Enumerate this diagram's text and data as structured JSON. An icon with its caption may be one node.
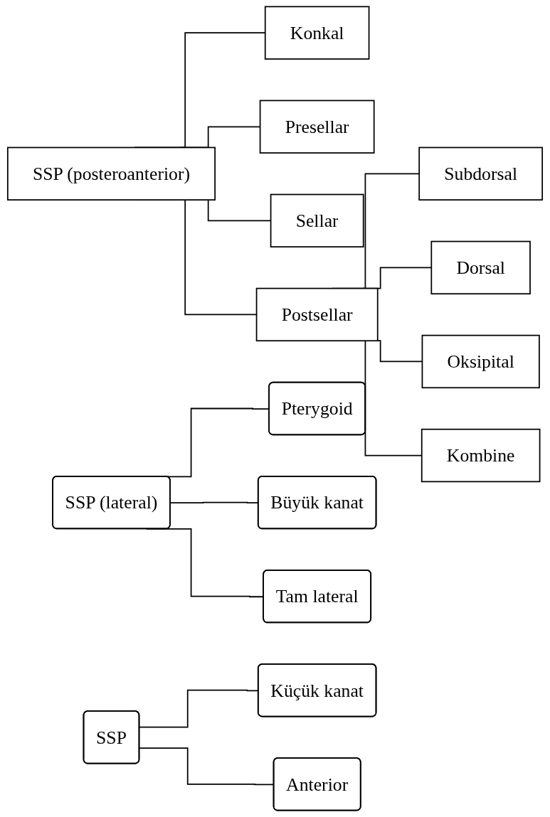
{
  "diagram": {
    "nodes": [
      {
        "text": [
          "SSP (posteroanterior)"
        ]
      },
      {
        "text": [
          "Konkal"
        ]
      },
      {
        "text": [
          "Presellar"
        ]
      },
      {
        "text": [
          "Sellar"
        ]
      },
      {
        "text": [
          "Postsellar"
        ]
      },
      {
        "text": [
          "Subdorsal"
        ]
      },
      {
        "text": [
          "Dorsal"
        ]
      },
      {
        "text": [
          "Oksipital"
        ]
      },
      {
        "text": [
          "Kombine"
        ]
      },
      {
        "text": [
          "SSP (lateral)"
        ]
      },
      {
        "text": [
          "Pterygoid"
        ]
      },
      {
        "text": [
          "Büyük kanat"
        ]
      },
      {
        "text": [
          "Tam lateral"
        ]
      },
      {
        "text": [
          "SSP"
        ]
      },
      {
        "text": [
          "Küçük kanat"
        ]
      },
      {
        "text": [
          "Anterior"
        ]
      }
    ],
    "edges": [
      {
        "from": 0,
        "to": 1,
        "arrow": "none"
      },
      {
        "from": 0,
        "to": 2,
        "arrow": "none"
      },
      {
        "from": 0,
        "to": 3,
        "arrow": "none"
      },
      {
        "from": 0,
        "to": 4,
        "arrow": "none"
      },
      {
        "from": 4,
        "to": 5,
        "arrow": "none"
      },
      {
        "from": 4,
        "to": 6,
        "arrow": "none"
      },
      {
        "from": 4,
        "to": 7,
        "arrow": "none"
      },
      {
        "from": 4,
        "to": 8,
        "arrow": "none"
      },
      {
        "from": 9,
        "to": 10,
        "arrow": "none"
      },
      {
        "from": 9,
        "to": 11,
        "arrow": "none"
      },
      {
        "from": 9,
        "to": 12,
        "arrow": "none"
      },
      {
        "from": 13,
        "to": 14,
        "arrow": "none"
      },
      {
        "from": 13,
        "to": 15,
        "arrow": "none"
      }
    ]
  }
}
